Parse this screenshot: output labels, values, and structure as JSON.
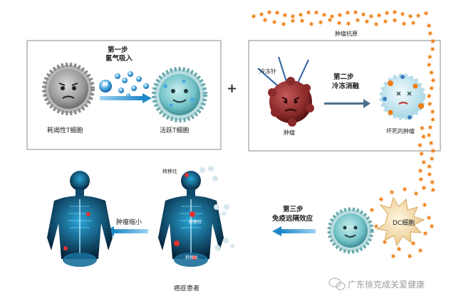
{
  "step1": {
    "title": "第一步",
    "subtitle": "氢气吸入",
    "h_label": "H",
    "left_label": "耗竭性T细胞",
    "right_label": "活跃T细胞"
  },
  "plus": "+",
  "step2": {
    "title": "第二步",
    "subtitle": "冷冻消融",
    "needle_label": "冷冻针",
    "tumor_label": "肿瘤",
    "dead_label": "坏死的肿瘤"
  },
  "antigen_label": "肿瘤抗原",
  "dc_label": "DC细胞",
  "step3": {
    "title": "第三步",
    "subtitle": "免疫远隔效应"
  },
  "patient_label": "癌症患者",
  "shrink_label": "肿瘤缩小",
  "metastasis_labels": [
    "转移灶",
    "转移灶",
    "转移灶"
  ],
  "watermark": "广东徐克成关爱健康",
  "colors": {
    "arrow_blue": "#1e88c8",
    "tumor_red": "#8b2a2a",
    "antigen_orange": "#ef7d12",
    "teal_cell": "#6fc3c6",
    "gray_cell": "#9a9a9a"
  }
}
